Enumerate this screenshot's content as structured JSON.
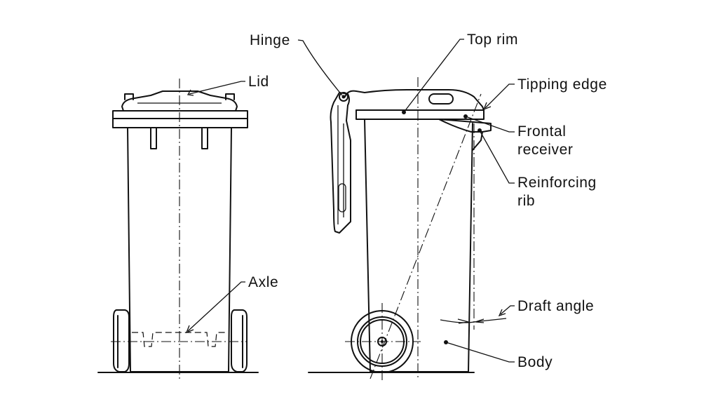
{
  "labels": {
    "hinge": "Hinge",
    "top_rim": "Top rim",
    "lid": "Lid",
    "tipping_edge": "Tipping edge",
    "frontal_receiver": [
      "Frontal",
      "receiver"
    ],
    "reinforcing_rib": [
      "Reinforcing",
      "rib"
    ],
    "axle": "Axle",
    "draft_angle": "Draft angle",
    "body": "Body"
  }
}
